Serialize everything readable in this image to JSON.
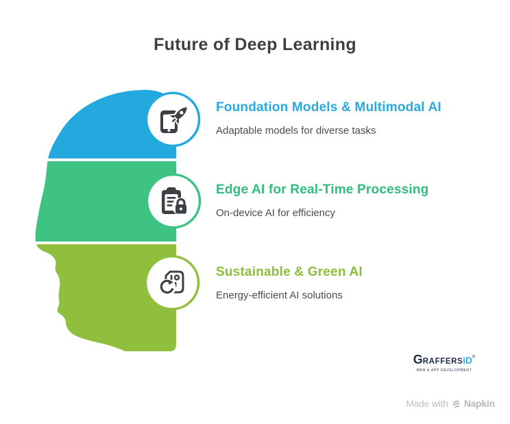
{
  "title": "Future of Deep Learning",
  "items": [
    {
      "heading": "Foundation Models & Multimodal AI",
      "description": "Adaptable models for diverse tasks",
      "icon": "phone-rocket-icon",
      "accent": "#23A9DE"
    },
    {
      "heading": "Edge AI for Real-Time Processing",
      "description": "On-device AI for efficiency",
      "icon": "clipboard-lock-icon",
      "accent": "#3FC383"
    },
    {
      "heading": "Sustainable & Green AI",
      "description": "Energy-efficient AI solutions",
      "icon": "device-refresh-icon",
      "accent": "#90BF3E"
    }
  ],
  "colors": {
    "blue": "#23A9DE",
    "green": "#3FC383",
    "light_green": "#90BF3E",
    "icon_glyph": "#3C4146",
    "title_text": "#3F3F41",
    "body_text": "#4B4B4B",
    "logo_navy": "#1C2B4A",
    "logo_cyan": "#2BACE2",
    "watermark_gray": "#BDBDBD"
  },
  "logo": {
    "g": "G",
    "rest": "RAFFERS",
    "suffix": "iD",
    "registered": "®",
    "tagline": "WEB & APP DEVELOPMENT"
  },
  "watermark": {
    "prefix": "Made with",
    "brand": "Napkin"
  }
}
